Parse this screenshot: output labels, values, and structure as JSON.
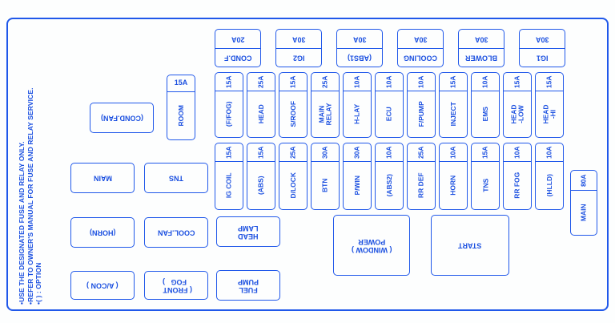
{
  "notes": [
    "•USE THE DESIGNATED FUSE AND RELAY ONLY.",
    "•REFER TO OWNER'S MANUAL FOR FUSE AND RELAY SERVICE.",
    "•( ) : OPTION"
  ],
  "top_relays": [
    {
      "amp": "20A",
      "name": "COND.F"
    },
    {
      "amp": "30A",
      "name": "IG2"
    },
    {
      "amp": "30A",
      "name": "(ABS1)"
    },
    {
      "amp": "30A",
      "name": "COOLING"
    },
    {
      "amp": "30A",
      "name": "BLOWER"
    },
    {
      "amp": "30A",
      "name": "IG1"
    }
  ],
  "fuse_row_1": [
    {
      "amp": "15A",
      "name": "(F/FOG)"
    },
    {
      "amp": "25A",
      "name": "HEAD"
    },
    {
      "amp": "15A",
      "name": "S/ROOF"
    },
    {
      "amp": "25A",
      "name": "MAIN\nRELAY"
    },
    {
      "amp": "10A",
      "name": "H-LAY"
    },
    {
      "amp": "10A",
      "name": "ECU"
    },
    {
      "amp": "10A",
      "name": "F/PUMP"
    },
    {
      "amp": "15A",
      "name": "INJECT"
    },
    {
      "amp": "10A",
      "name": "EMS"
    },
    {
      "amp": "15A",
      "name": "HEAD\n-LOW"
    },
    {
      "amp": "15A",
      "name": "HEAD\n-HI"
    }
  ],
  "fuse_row_2": [
    {
      "amp": "15A",
      "name": "IG COIL"
    },
    {
      "amp": "15A",
      "name": "(ABS)"
    },
    {
      "amp": "25A",
      "name": "D/LOCK"
    },
    {
      "amp": "30A",
      "name": "BTN"
    },
    {
      "amp": "30A",
      "name": "P/WIN"
    },
    {
      "amp": "10A",
      "name": "(ABS2)"
    },
    {
      "amp": "25A",
      "name": "RR DEF"
    },
    {
      "amp": "10A",
      "name": "HORN"
    },
    {
      "amp": "15A",
      "name": "TNS"
    },
    {
      "amp": "10A",
      "name": "RR FOG"
    },
    {
      "amp": "10A",
      "name": "(HLLD)"
    }
  ],
  "room_fuse": {
    "amp": "15A",
    "name": "ROOM"
  },
  "main_fuse": {
    "amp": "80A",
    "name": "MAIN"
  },
  "relays": {
    "cond_fan": "(COND.FAN)",
    "main": "MAIN",
    "tns": "TNS",
    "horn": "(HORN)",
    "cool_fan": "COOL.FAN",
    "head_lamp": "HEAD\nLAMP",
    "a_con": "( A/CON )",
    "front_fog": "( FRONT \n  FOG   )",
    "fuel_pump": "FUEL\nPUMP",
    "window_power": "( WINDOW )\n  POWER  ",
    "start": "START"
  },
  "colors": {
    "line": "#2058ea",
    "text": "#1a4fe0",
    "background": "#fdfefe"
  }
}
